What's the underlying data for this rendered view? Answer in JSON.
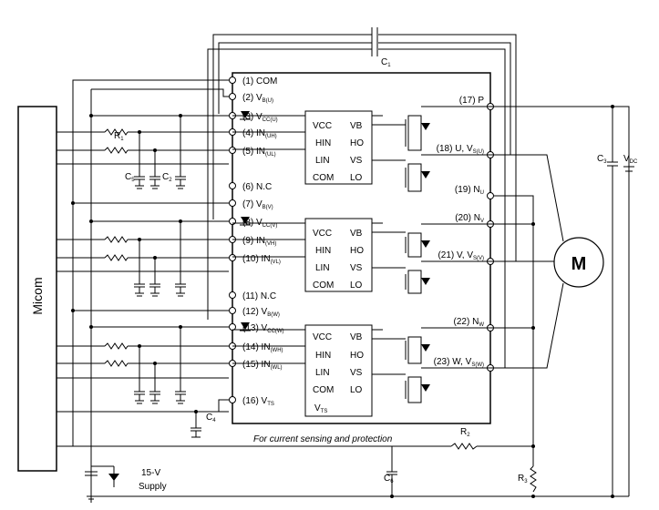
{
  "micom": "Micom",
  "motor": "M",
  "pins_left": [
    {
      "num": "(1)",
      "name": "COM",
      "sub": ""
    },
    {
      "num": "(2)",
      "name": "V",
      "sub": "B(U)"
    },
    {
      "num": "(3)",
      "name": "V",
      "sub": "CC(U)"
    },
    {
      "num": "(4)",
      "name": "IN",
      "sub": "(UH)"
    },
    {
      "num": "(5)",
      "name": "IN",
      "sub": "(UL)"
    },
    {
      "num": "(6)",
      "name": "N.C",
      "sub": ""
    },
    {
      "num": "(7)",
      "name": "V",
      "sub": "B(V)"
    },
    {
      "num": "(8)",
      "name": "V",
      "sub": "CC(V)"
    },
    {
      "num": "(9)",
      "name": "IN",
      "sub": "(VH)"
    },
    {
      "num": "(10)",
      "name": "IN",
      "sub": "(VL)"
    },
    {
      "num": "(11)",
      "name": "N.C",
      "sub": ""
    },
    {
      "num": "(12)",
      "name": "V",
      "sub": "B(W)"
    },
    {
      "num": "(13)",
      "name": "V",
      "sub": "CC(W)"
    },
    {
      "num": "(14)",
      "name": "IN",
      "sub": "(WH)"
    },
    {
      "num": "(15)",
      "name": "IN",
      "sub": "(WL)"
    },
    {
      "num": "(16)",
      "name": "V",
      "sub": "TS"
    }
  ],
  "pins_right": [
    {
      "num": "(17)",
      "name": "P",
      "sub": ""
    },
    {
      "num": "(18)",
      "name": "U, V",
      "sub": "S(U)"
    },
    {
      "num": "(19)",
      "name": "N",
      "sub": "U"
    },
    {
      "num": "(20)",
      "name": "N",
      "sub": "V"
    },
    {
      "num": "(21)",
      "name": "V, V",
      "sub": "S(V)"
    },
    {
      "num": "(22)",
      "name": "N",
      "sub": "W"
    },
    {
      "num": "(23)",
      "name": "W, V",
      "sub": "S(W)"
    }
  ],
  "driver_labels": {
    "vcc": "VCC",
    "vb": "VB",
    "hin": "HIN",
    "ho": "HO",
    "lin": "LIN",
    "vs": "VS",
    "com": "COM",
    "lo": "LO"
  },
  "vts_chip": {
    "name": "V",
    "sub": "TS"
  },
  "components": {
    "c1": {
      "name": "C",
      "sub": "1"
    },
    "c2": {
      "name": "C",
      "sub": "2"
    },
    "c3": {
      "name": "C",
      "sub": "3"
    },
    "c4": {
      "name": "C",
      "sub": "4"
    },
    "c5": {
      "name": "C",
      "sub": "5"
    },
    "c6": {
      "name": "C",
      "sub": "6"
    },
    "r1": {
      "name": "R",
      "sub": "1"
    },
    "r2": {
      "name": "R",
      "sub": "2"
    },
    "r3": {
      "name": "R",
      "sub": "3"
    },
    "vdc": {
      "name": "V",
      "sub": "DC"
    }
  },
  "supply_voltage": "15-V",
  "supply_label": "Supply",
  "note": "For current sensing and protection"
}
